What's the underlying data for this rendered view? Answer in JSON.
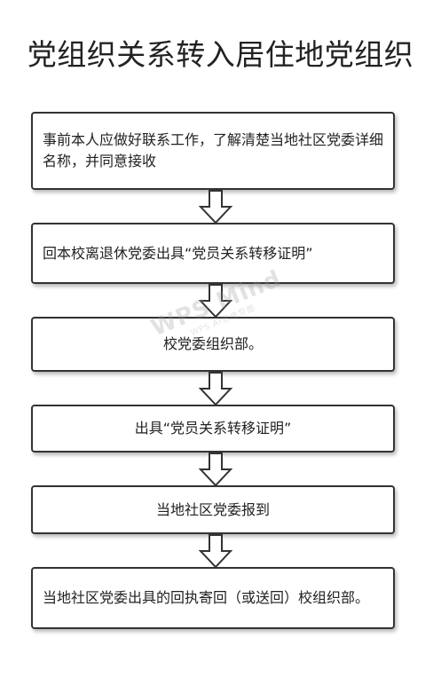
{
  "title": "党组织关系转入居住地党组织",
  "steps": [
    {
      "text": "事前本人应做好联系工作，了解清楚当地社区党委详细名称，并同意接收"
    },
    {
      "text": "回本校离退休党委出具“党员关系转移证明”"
    },
    {
      "text": "校党委组织部。"
    },
    {
      "text": "出具“党员关系转移证明”"
    },
    {
      "text": "当地社区党委报到"
    },
    {
      "text": "当地社区党委出具的回执寄回（或送回）校组织部。"
    }
  ],
  "watermark": {
    "main": "WPS Mind",
    "sub": "WPS AI思维导图"
  },
  "colors": {
    "border": "#333333",
    "arrow": "#333333",
    "text": "#222222",
    "watermark": "#9a9a9a"
  }
}
